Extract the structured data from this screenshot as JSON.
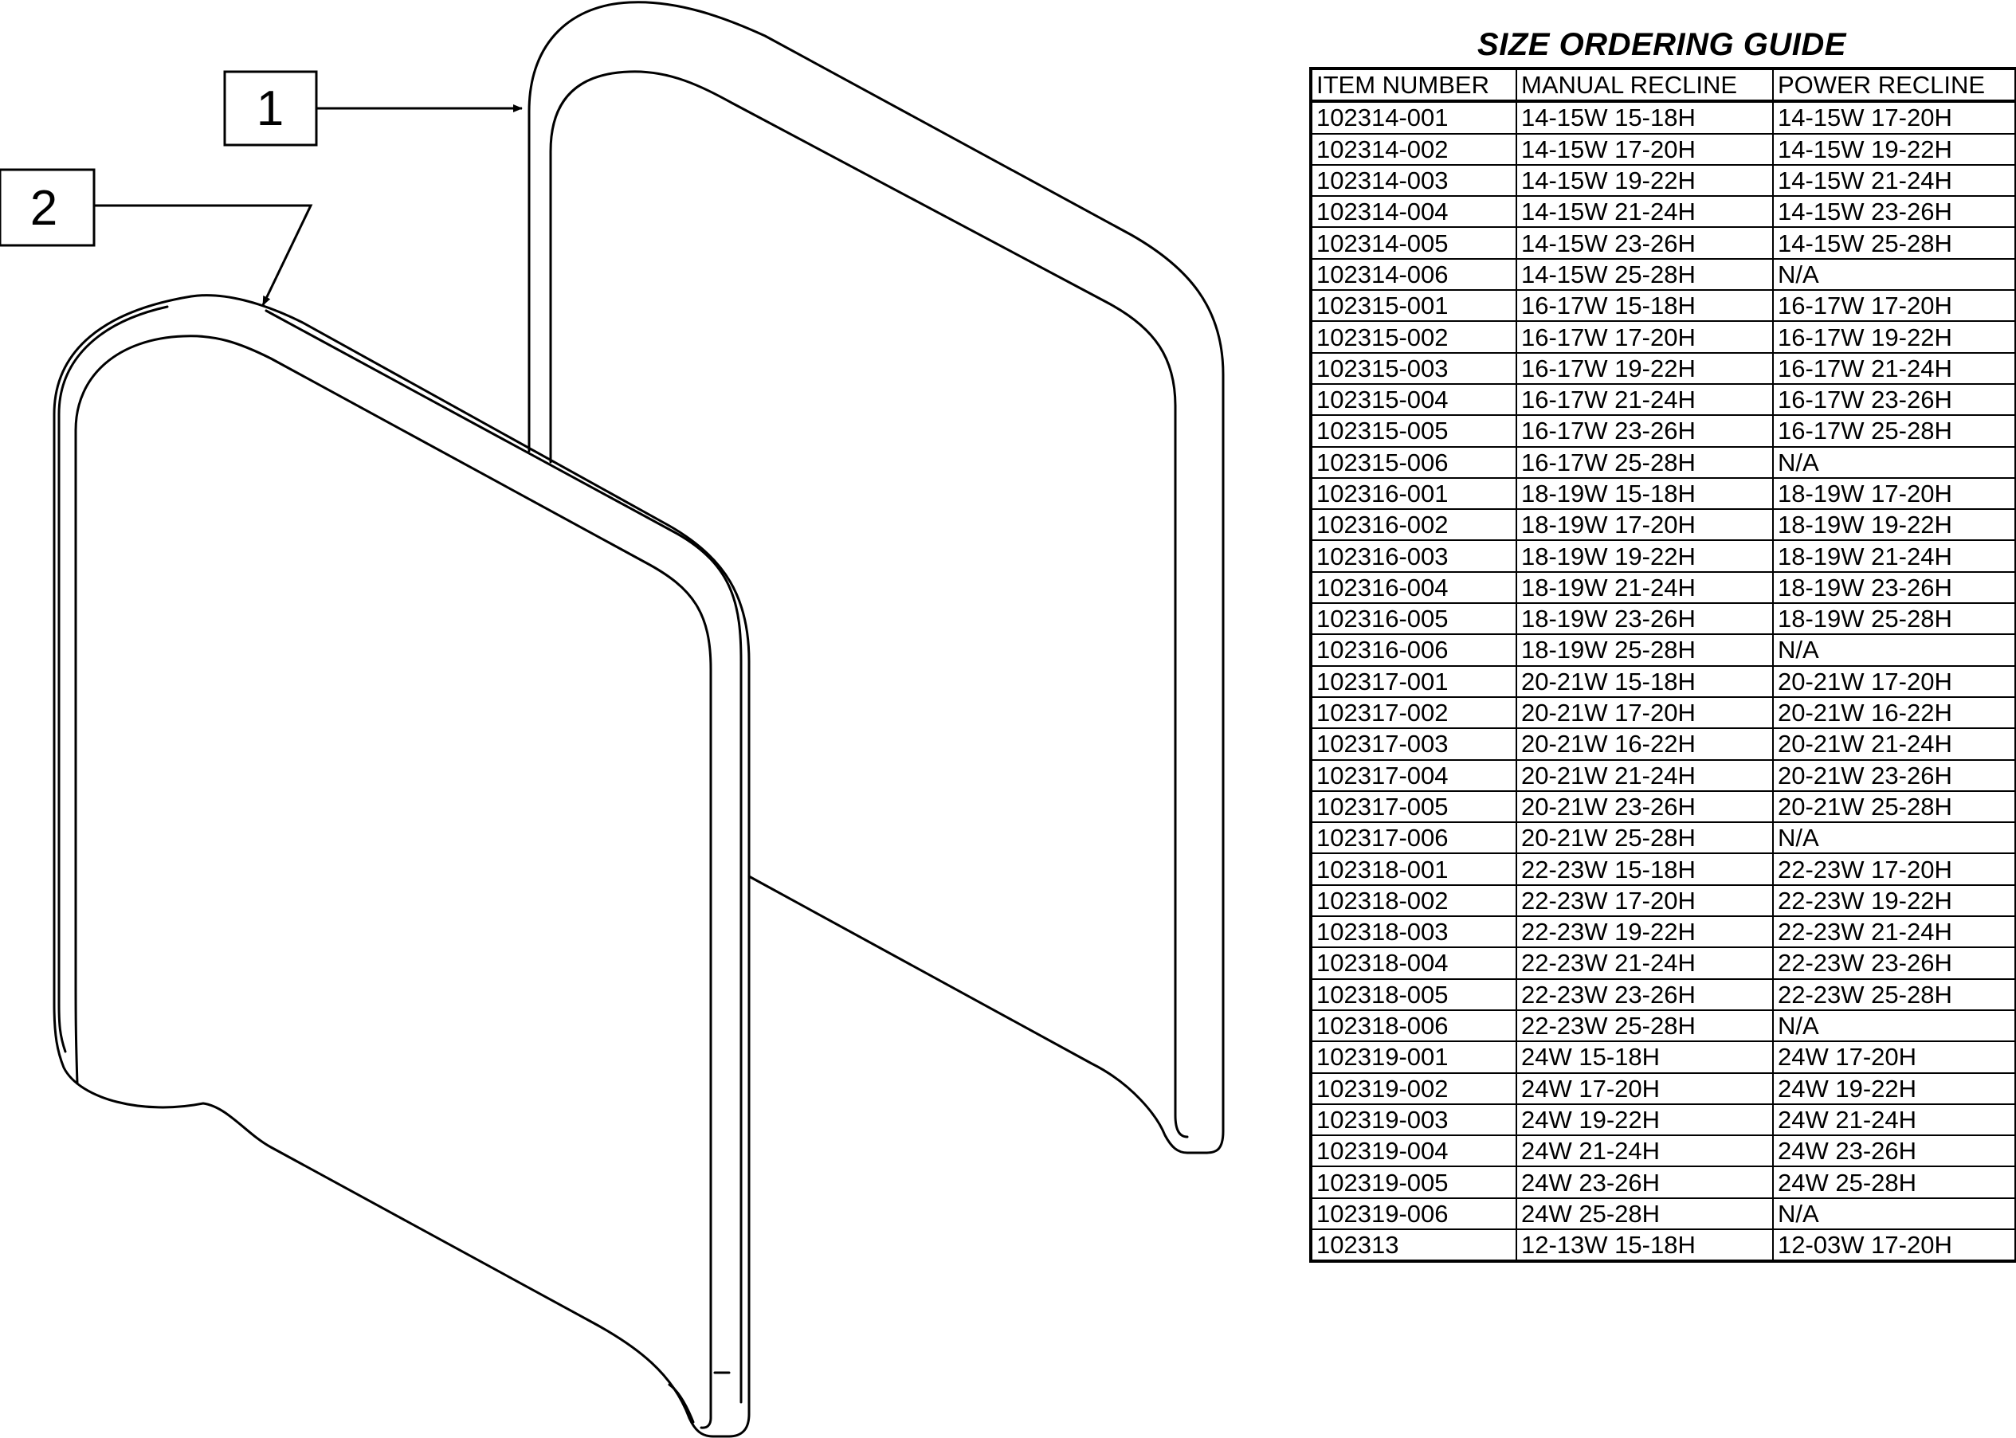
{
  "callouts": {
    "part_1": "1",
    "part_2": "2"
  },
  "guide": {
    "title": "SIZE ORDERING GUIDE",
    "headers": [
      "ITEM NUMBER",
      "MANUAL RECLINE",
      "POWER RECLINE"
    ],
    "rows": [
      [
        "102314-001",
        "14-15W 15-18H",
        "14-15W 17-20H"
      ],
      [
        "102314-002",
        "14-15W 17-20H",
        "14-15W 19-22H"
      ],
      [
        "102314-003",
        "14-15W 19-22H",
        "14-15W 21-24H"
      ],
      [
        "102314-004",
        "14-15W 21-24H",
        "14-15W 23-26H"
      ],
      [
        "102314-005",
        "14-15W 23-26H",
        "14-15W 25-28H"
      ],
      [
        "102314-006",
        "14-15W 25-28H",
        "N/A"
      ],
      [
        "102315-001",
        "16-17W 15-18H",
        "16-17W 17-20H"
      ],
      [
        "102315-002",
        "16-17W 17-20H",
        "16-17W 19-22H"
      ],
      [
        "102315-003",
        "16-17W 19-22H",
        "16-17W 21-24H"
      ],
      [
        "102315-004",
        "16-17W 21-24H",
        "16-17W 23-26H"
      ],
      [
        "102315-005",
        "16-17W 23-26H",
        "16-17W 25-28H"
      ],
      [
        "102315-006",
        "16-17W 25-28H",
        "N/A"
      ],
      [
        "102316-001",
        "18-19W 15-18H",
        "18-19W 17-20H"
      ],
      [
        "102316-002",
        "18-19W 17-20H",
        "18-19W 19-22H"
      ],
      [
        "102316-003",
        "18-19W 19-22H",
        "18-19W 21-24H"
      ],
      [
        "102316-004",
        "18-19W 21-24H",
        "18-19W 23-26H"
      ],
      [
        "102316-005",
        "18-19W 23-26H",
        "18-19W 25-28H"
      ],
      [
        "102316-006",
        "18-19W 25-28H",
        "N/A"
      ],
      [
        "102317-001",
        "20-21W 15-18H",
        "20-21W 17-20H"
      ],
      [
        "102317-002",
        "20-21W 17-20H",
        "20-21W 16-22H"
      ],
      [
        "102317-003",
        "20-21W 16-22H",
        "20-21W 21-24H"
      ],
      [
        "102317-004",
        "20-21W 21-24H",
        "20-21W 23-26H"
      ],
      [
        "102317-005",
        "20-21W 23-26H",
        "20-21W 25-28H"
      ],
      [
        "102317-006",
        "20-21W 25-28H",
        "N/A"
      ],
      [
        "102318-001",
        "22-23W 15-18H",
        "22-23W 17-20H"
      ],
      [
        "102318-002",
        "22-23W 17-20H",
        "22-23W 19-22H"
      ],
      [
        "102318-003",
        "22-23W 19-22H",
        "22-23W 21-24H"
      ],
      [
        "102318-004",
        "22-23W 21-24H",
        "22-23W 23-26H"
      ],
      [
        "102318-005",
        "22-23W 23-26H",
        "22-23W 25-28H"
      ],
      [
        "102318-006",
        "22-23W 25-28H",
        "N/A"
      ],
      [
        "102319-001",
        "24W 15-18H",
        "24W 17-20H"
      ],
      [
        "102319-002",
        "24W 17-20H",
        "24W 19-22H"
      ],
      [
        "102319-003",
        "24W 19-22H",
        "24W 21-24H"
      ],
      [
        "102319-004",
        "24W 21-24H",
        "24W 23-26H"
      ],
      [
        "102319-005",
        "24W 23-26H",
        "24W 25-28H"
      ],
      [
        "102319-006",
        "24W 25-28H",
        "N/A"
      ],
      [
        "102313",
        "12-13W 15-18H",
        "12-03W 17-20H"
      ]
    ]
  }
}
